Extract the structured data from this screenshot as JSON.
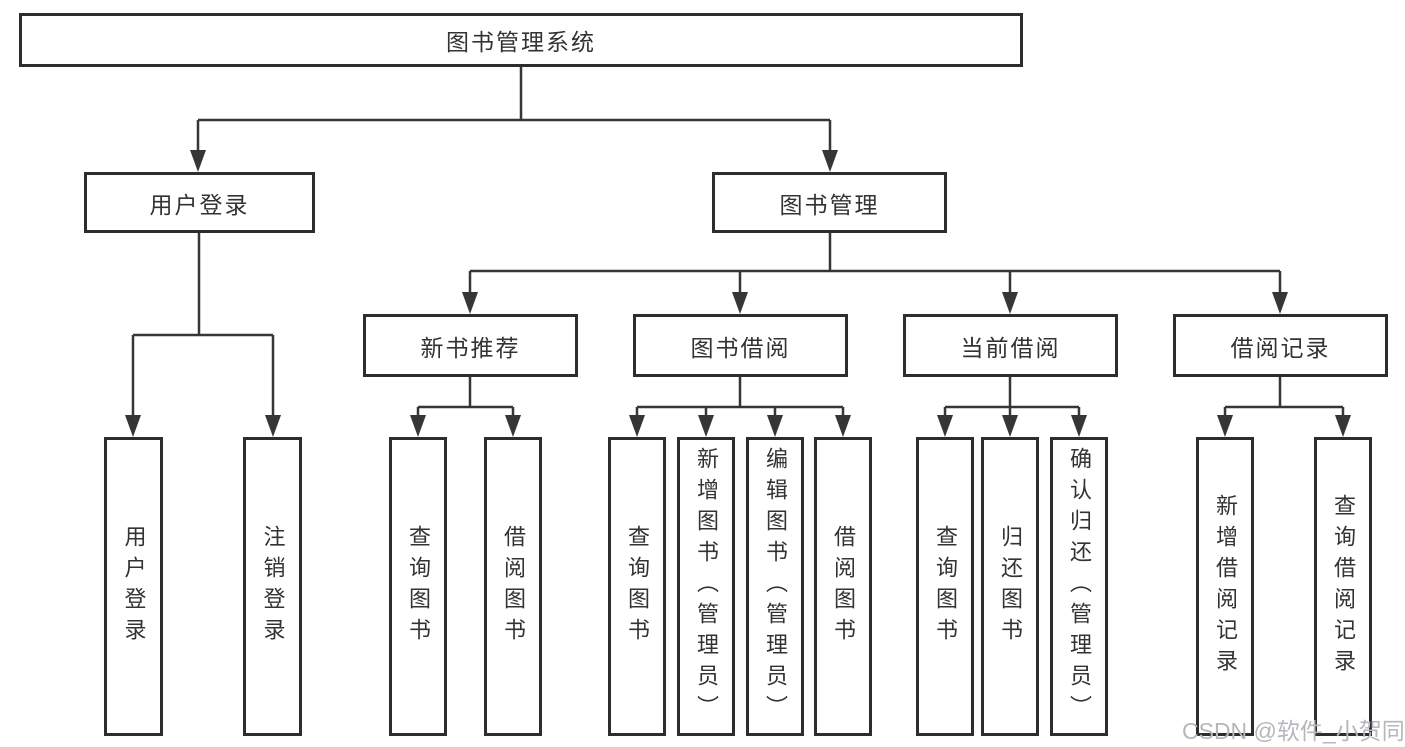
{
  "tree": {
    "root": "图书管理系统",
    "branches": [
      {
        "label": "用户登录",
        "children": [
          "用户登录",
          "注销登录"
        ]
      },
      {
        "label": "图书管理",
        "sections": [
          {
            "label": "新书推荐",
            "children": [
              "查询图书",
              "借阅图书"
            ]
          },
          {
            "label": "图书借阅",
            "children": [
              "查询图书",
              "新增图书（管理员）",
              "编辑图书（管理员）",
              "借阅图书"
            ]
          },
          {
            "label": "当前借阅",
            "children": [
              "查询图书",
              "归还图书",
              "确认归还（管理员）"
            ]
          },
          {
            "label": "借阅记录",
            "children": [
              "新增借阅记录",
              "查询借阅记录"
            ]
          }
        ]
      }
    ]
  },
  "watermark": {
    "text": "CSDN @软件_小贺同学"
  },
  "colors": {
    "line": "#363636",
    "box_border": "#2d2d2d",
    "text": "#333333",
    "watermark": "#b5b7bb",
    "background": "#ffffff"
  }
}
